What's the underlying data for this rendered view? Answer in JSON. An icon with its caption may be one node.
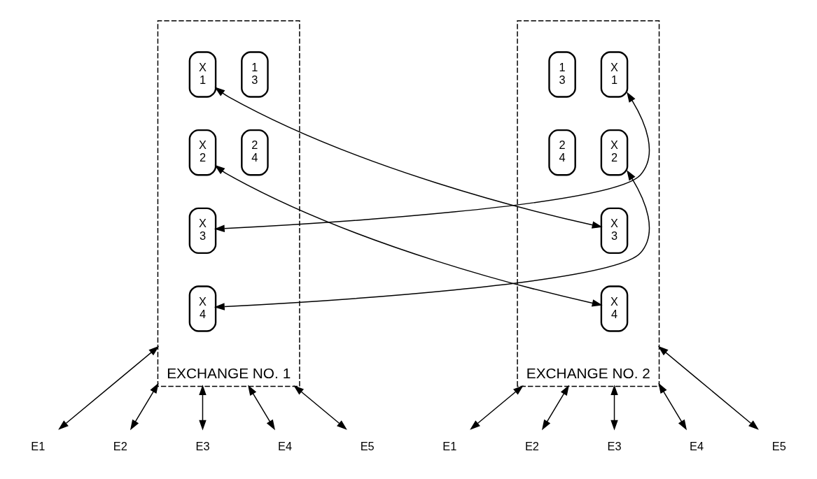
{
  "diagram": {
    "nodes": [
      {
        "text": [
          "EXCHANGE NO. 1"
        ]
      },
      {
        "text": [
          "1 3"
        ],
        "in": 0
      },
      {
        "text": [
          "2 4"
        ],
        "in": 0
      },
      {
        "text": [
          "X 1"
        ],
        "in": 0
      },
      {
        "text": [
          "X 2"
        ],
        "in": 0
      },
      {
        "text": [
          "X 3"
        ],
        "in": 0
      },
      {
        "text": [
          "X 4"
        ],
        "in": 0
      },
      {
        "text": [
          "EXCHANGE NO. 2"
        ]
      },
      {
        "text": [
          "X 1"
        ],
        "in": 7
      },
      {
        "text": [
          "X 2"
        ],
        "in": 7
      },
      {
        "text": [
          "X 3"
        ],
        "in": 7
      },
      {
        "text": [
          "X 4"
        ],
        "in": 7
      },
      {
        "text": [
          "1 3"
        ],
        "in": 7
      },
      {
        "text": [
          "2 4"
        ],
        "in": 7
      },
      {
        "text": [
          "E1"
        ]
      },
      {
        "text": [
          "E2"
        ]
      },
      {
        "text": [
          "E3"
        ]
      },
      {
        "text": [
          "E4"
        ]
      },
      {
        "text": [
          "E5"
        ]
      },
      {
        "text": [
          "E1"
        ]
      },
      {
        "text": [
          "E2"
        ]
      },
      {
        "text": [
          "E3"
        ]
      },
      {
        "text": [
          "E4"
        ]
      },
      {
        "text": [
          "E5"
        ]
      }
    ],
    "edges": [
      {
        "from": 3,
        "to": 10,
        "arrow": "both"
      },
      {
        "from": 4,
        "to": 11,
        "arrow": "both"
      },
      {
        "from": 5,
        "to": 8,
        "arrow": "both"
      },
      {
        "from": 6,
        "to": 9,
        "arrow": "both"
      },
      {
        "from": 0,
        "to": 14,
        "arrow": "both"
      },
      {
        "from": 0,
        "to": 15,
        "arrow": "both"
      },
      {
        "from": 0,
        "to": 16,
        "arrow": "both"
      },
      {
        "from": 0,
        "to": 17,
        "arrow": "both"
      },
      {
        "from": 0,
        "to": 18,
        "arrow": "both"
      },
      {
        "from": 7,
        "to": 19,
        "arrow": "both"
      },
      {
        "from": 7,
        "to": 20,
        "arrow": "both"
      },
      {
        "from": 7,
        "to": 21,
        "arrow": "both"
      },
      {
        "from": 7,
        "to": 22,
        "arrow": "both"
      },
      {
        "from": 7,
        "to": 23,
        "arrow": "both"
      }
    ]
  }
}
